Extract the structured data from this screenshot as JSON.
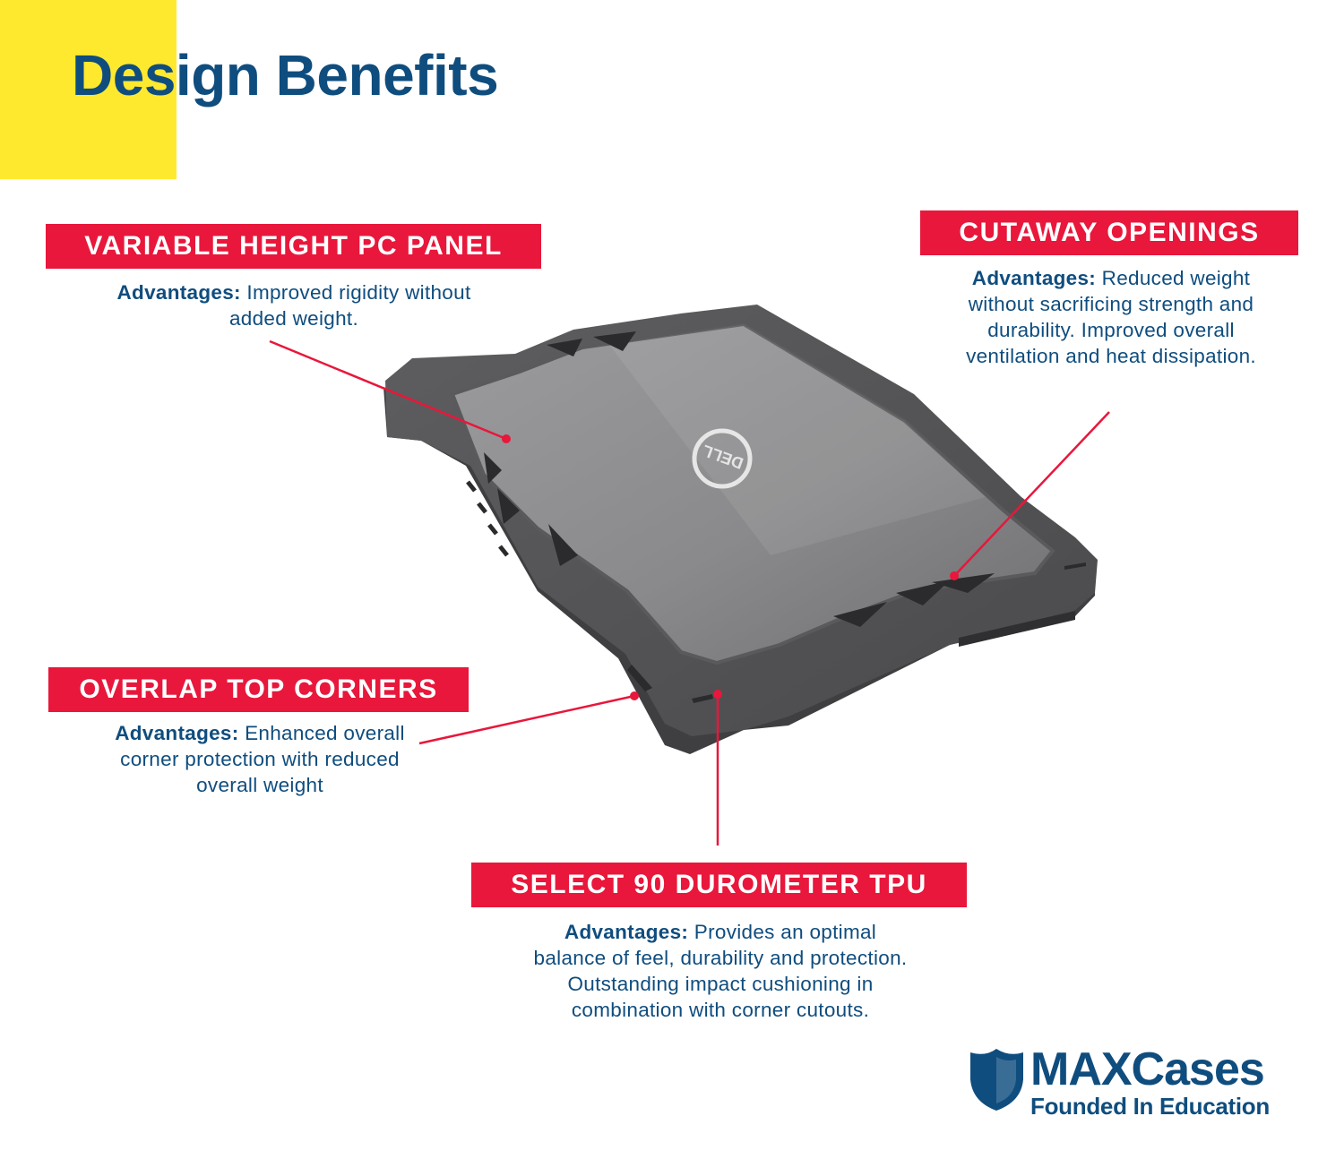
{
  "header": {
    "title": "Design Benefits"
  },
  "callouts": [
    {
      "title": "VARIABLE HEIGHT PC PANEL",
      "lead": "Advantages:",
      "text": "Improved rigidity without added weight."
    },
    {
      "title": "CUTAWAY OPENINGS",
      "lead": "Advantages:",
      "text": "Reduced weight without sacrificing strength and durability. Improved overall ventilation and heat dissipation."
    },
    {
      "title": "OVERLAP TOP CORNERS",
      "lead": "Advantages:",
      "text": "Enhanced overall corner protection with reduced overall weight"
    },
    {
      "title": "SELECT 90 DUROMETER TPU",
      "lead": "Advantages:",
      "text": "Provides an optimal balance of feel, durability and protection.  Outstanding impact cushioning in combination with corner cutouts."
    }
  ],
  "product": {
    "logo_text": "DELL"
  },
  "brand": {
    "name": "MAXCases",
    "tagline": "Founded In Education"
  },
  "colors": {
    "accent_red": "#e8173b",
    "brand_blue": "#0f4d7e",
    "highlight_yellow": "#ffe92f"
  }
}
